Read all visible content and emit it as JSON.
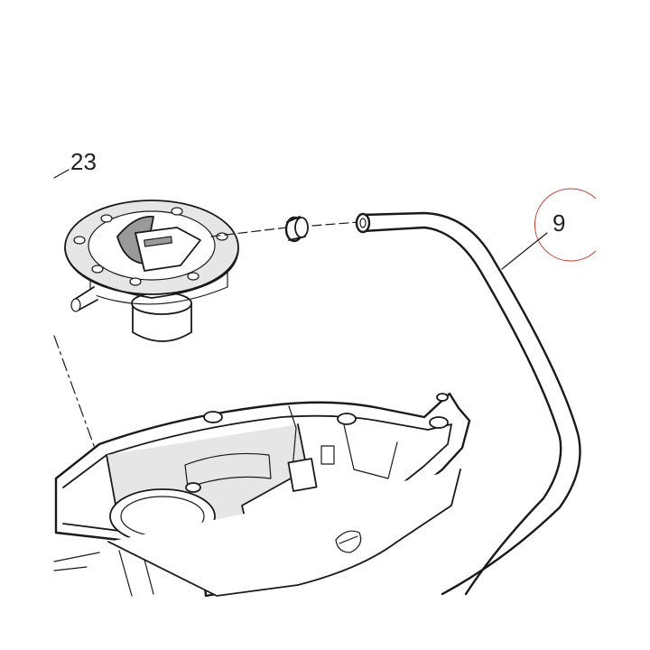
{
  "callouts": [
    {
      "id": "23",
      "label": "23"
    },
    {
      "id": "9",
      "label": "9"
    }
  ],
  "colors": {
    "line": "#1a1a1a",
    "highlight_circle": "#c0392b",
    "background": "#ffffff"
  },
  "highlight": {
    "callout": "9",
    "shape": "circle"
  }
}
